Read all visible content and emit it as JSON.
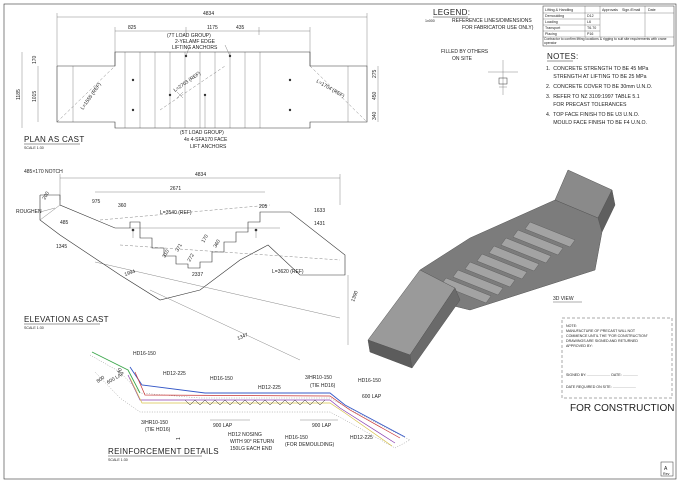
{
  "plan": {
    "title": "PLAN AS CAST",
    "scale": "SCALE 1:30",
    "dims": {
      "overall": "4834",
      "d825": "825",
      "d1175": "1175",
      "d435": "435",
      "d1185": "1185",
      "d1015": "1015",
      "d170": "170",
      "d275": "275",
      "d450": "450",
      "d340": "340",
      "d2703": "L=2703 (REF)",
      "d1555": "L=1555 (REF)",
      "d1704": "L=1704 (REF)"
    },
    "callout_top": [
      "(7T LOAD GROUP)",
      "2-YELAMF EDGE",
      "LIFTING ANCHORS"
    ],
    "callout_bottom": [
      "(5T LOAD GROUP)",
      "4x 4-SFA170 FACE",
      "LIFT ANCHORS"
    ]
  },
  "elevation": {
    "title": "ELEVATION AS CAST",
    "scale": "SCALE 1:30",
    "notch": "485×170 NOTCH",
    "roughen": "ROUGHEN",
    "dims": {
      "overall": "4834",
      "d2671": "2671",
      "d975": "975",
      "d360": "360",
      "d205": "205",
      "d1633": "1633",
      "d1431": "1431",
      "d1345": "1345",
      "d2337": "2337",
      "d1994": "1994",
      "d1347": "1347",
      "d1390": "1390",
      "d200": "200",
      "d485": "485",
      "d3540": "L=3540 (REF)",
      "d3620": "L=3620 (REF)",
      "d310": "310",
      "d371": "371",
      "d170": "170",
      "d360b": "360",
      "d272": "272"
    }
  },
  "reinforcement": {
    "title": "REINFORCEMENT DETAILS",
    "scale": "SCALE 1:30",
    "labels": {
      "hd16_a": "HD16-150",
      "hd12_a": "HD12-225",
      "hd16_b": "HD16-150",
      "hd12_b": "HD12-225",
      "hr10_a": "3/HR10-150",
      "tie_a": "(TIE HD16)",
      "hr10_b": "3/HR10-150",
      "tie_b": "(TIE HD16)",
      "hd16_c": "HD16-150",
      "lap600_a": "600 LAP",
      "lap600_b": "600 LAP",
      "lap900_a": "900 LAP",
      "lap900_b": "900 LAP",
      "nosing": [
        "HD12 NOSING",
        "WITH 90° RETURN",
        "150LG EACH END"
      ],
      "demould": [
        "HD16-150",
        "(FOR DEMOULDING)"
      ],
      "hd12_c": "HD12-225",
      "d800": "800",
      "d40": "40",
      "d1": "1"
    }
  },
  "view3d": {
    "title": "3D VIEW"
  },
  "legend": {
    "title": "LEGEND:",
    "symbol": "1x000",
    "line1": "REFERENCE LINES/DIMENSIONS",
    "line2": "FOR FABRICATOR USE ONLY)",
    "filled": [
      "FILLED BY OTHERS",
      "ON SITE"
    ]
  },
  "lifting_table": {
    "headers": [
      "Lifting & Handling",
      "Approvals",
      "Sign./Email",
      "Date"
    ],
    "rows": [
      [
        "Demoulding",
        "D12",
        "",
        ""
      ],
      [
        "Loading",
        "L6",
        "",
        ""
      ],
      [
        "Transport",
        "T6.70",
        "",
        ""
      ],
      [
        "Placing",
        "P16",
        "",
        ""
      ]
    ],
    "footer": "Contractor to confirm lifting locations & rigging to suit site requirements with crane operator"
  },
  "notes": {
    "title": "NOTES:",
    "items": [
      "1.  CONCRETE STRENGTH TO BE 45 MPa",
      "     STRENGTH AT LIFTING TO BE 25 MPa",
      "2.  CONCRETE COVER TO BE 30mm U.N.O.",
      "3.  REFER TO NZ 3109:1997 TABLE 5.1",
      "     FOR PRECAST TOLERANCES",
      "4.  TOP FACE FINISH TO BE U3 U.N.O.",
      "     MOULD FACE FINISH TO BE F4 U.N.O."
    ]
  },
  "approval": {
    "note": [
      "NOTE:",
      "MANUFACTURE OF PRECAST WILL NOT",
      "COMMENCE UNTIL THE \"FOR CONSTRUCTION\"",
      "DRAWINGS ARE SIGNED AND RETURNED",
      "APPROVED BY:"
    ],
    "signed": "SIGNED BY: ....................... DATE: ...............",
    "date_required": "DATE REQUIRED ON SITE: .......................",
    "stamp": "FOR CONSTRUCTION",
    "rev": "A",
    "rev_label": "Rev"
  }
}
